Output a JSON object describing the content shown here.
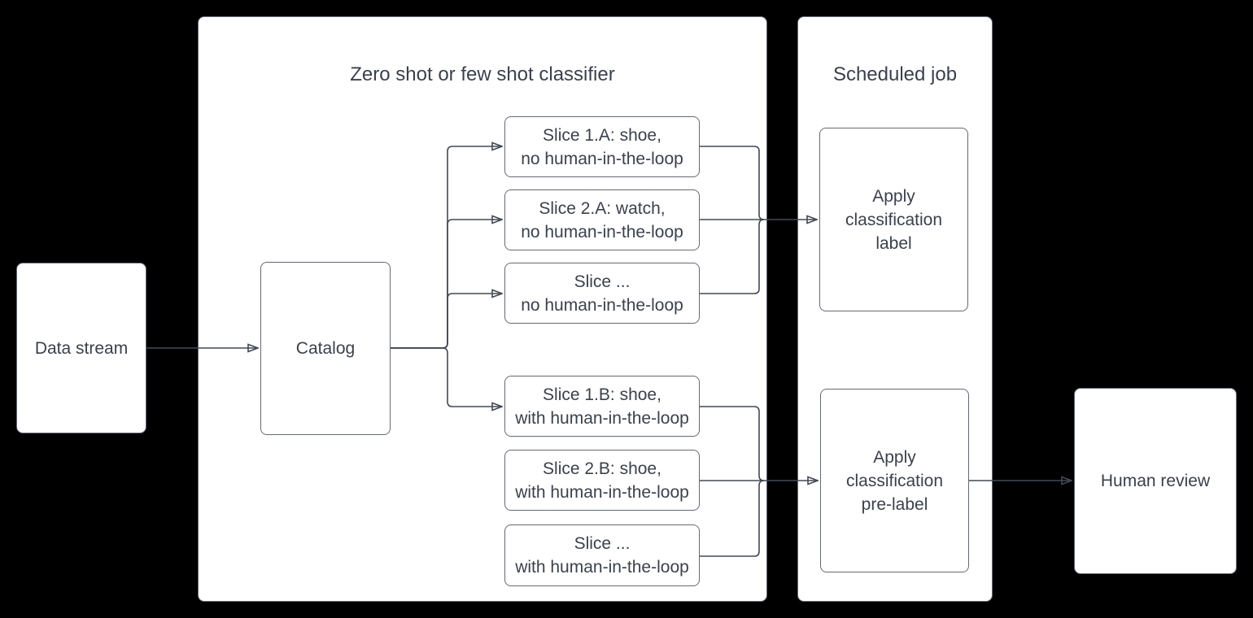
{
  "colors": {
    "background": "#000000",
    "node_fill": "#ffffff",
    "node_border": "#646a73",
    "connector": "#424a55",
    "text": "#3a414e"
  },
  "containers": {
    "classifier": {
      "title": "Zero shot or few shot classifier"
    },
    "scheduled_job": {
      "title": "Scheduled job"
    }
  },
  "nodes": {
    "data_stream": {
      "label": "Data stream"
    },
    "catalog": {
      "label": "Catalog"
    },
    "slice_1a": {
      "label": "Slice 1.A: shoe,\nno human-in-the-loop"
    },
    "slice_2a": {
      "label": "Slice 2.A: watch,\nno human-in-the-loop"
    },
    "slice_3a": {
      "label": "Slice ...\nno human-in-the-loop"
    },
    "slice_1b": {
      "label": "Slice 1.B: shoe,\nwith human-in-the-loop"
    },
    "slice_2b": {
      "label": "Slice 2.B: shoe,\nwith human-in-the-loop"
    },
    "slice_3b": {
      "label": "Slice ...\nwith human-in-the-loop"
    },
    "apply_label": {
      "label": "Apply\nclassification\nlabel"
    },
    "apply_prelabel": {
      "label": "Apply\nclassification\npre-label"
    },
    "human_review": {
      "label": "Human review"
    }
  }
}
